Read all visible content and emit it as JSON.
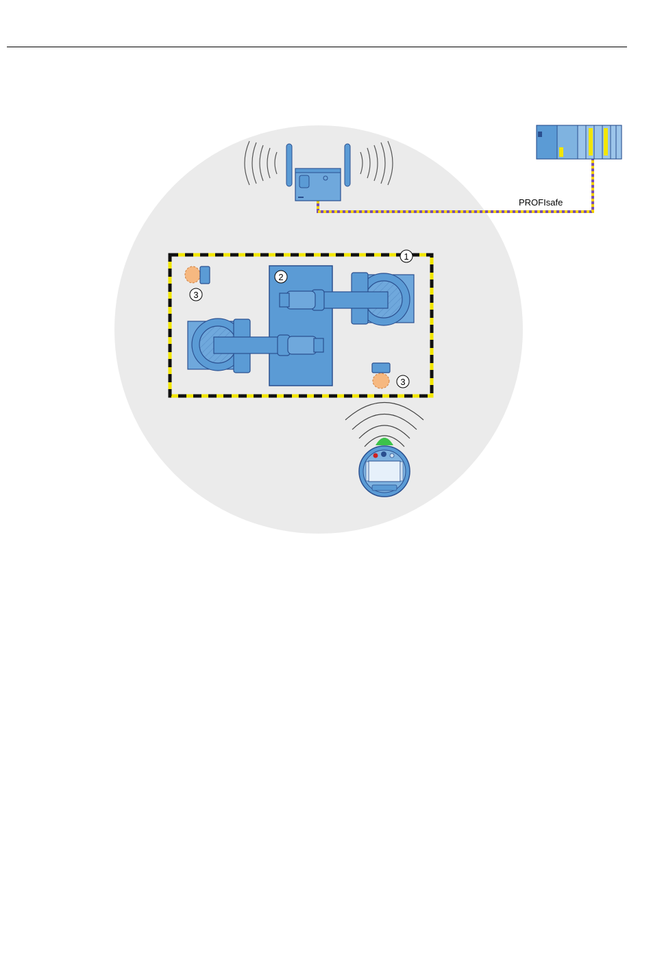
{
  "header": {
    "rule": true
  },
  "diagram": {
    "connection_label": "PROFIsafe",
    "callouts": [
      {
        "id": "safety-zone",
        "number": "1"
      },
      {
        "id": "machine-table",
        "number": "2"
      },
      {
        "id": "person-top-left",
        "number": "3"
      },
      {
        "id": "person-bottom-right",
        "number": "3"
      }
    ]
  },
  "colors": {
    "coverage_area": "#ebebeb",
    "device_blue": "#5b9bd5",
    "device_outline": "#2a4f8f",
    "zone_yellow": "#f2e600",
    "zone_black": "#111111",
    "profisafe_purple": "#7a4fb0",
    "profisafe_yellow": "#f2d000",
    "person_orange": "#f6b880",
    "signal_green": "#3cc24a"
  },
  "icons": [
    "access-point-icon",
    "plc-controller-icon",
    "robot-arm-icon",
    "person-icon",
    "mobile-panel-icon",
    "wireless-waves-icon"
  ]
}
